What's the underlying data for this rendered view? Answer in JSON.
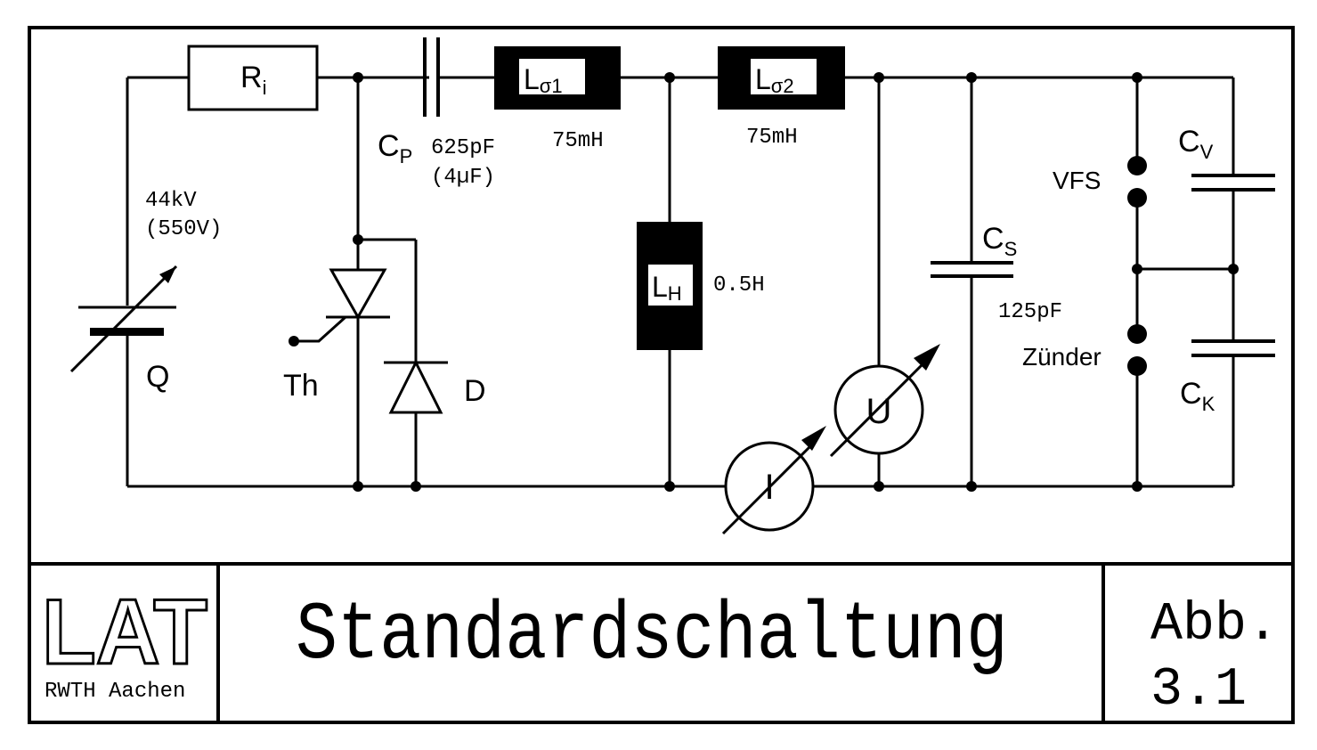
{
  "components": {
    "ri": {
      "main": "R",
      "sub": "i"
    },
    "cp": {
      "main": "C",
      "sub": "P",
      "value": "625pF",
      "value_alt": "(4µF)"
    },
    "lsigma1": {
      "main": "L",
      "sub": "σ1",
      "value": "75mH"
    },
    "lsigma2": {
      "main": "L",
      "sub": "σ2",
      "value": "75mH"
    },
    "lh": {
      "main": "L",
      "sub": "H",
      "value": "0.5H"
    },
    "source": {
      "value": "44kV",
      "value_alt": "(550V)",
      "label": "Q"
    },
    "thyristor": {
      "label": "Th"
    },
    "diode": {
      "label": "D"
    },
    "cs": {
      "main": "C",
      "sub": "S",
      "value": "125pF"
    },
    "cv": {
      "main": "C",
      "sub": "V"
    },
    "ck": {
      "main": "C",
      "sub": "K"
    },
    "vfs": {
      "label": "VFS"
    },
    "zuender": {
      "label": "Zünder"
    },
    "ammeter": {
      "label": "I"
    },
    "voltmeter": {
      "label": "U"
    }
  },
  "titleblock": {
    "logo": "LAT",
    "institution": "RWTH Aachen",
    "title": "Standardschaltung",
    "figure_label": "Abb.",
    "figure_number": "3.1"
  }
}
